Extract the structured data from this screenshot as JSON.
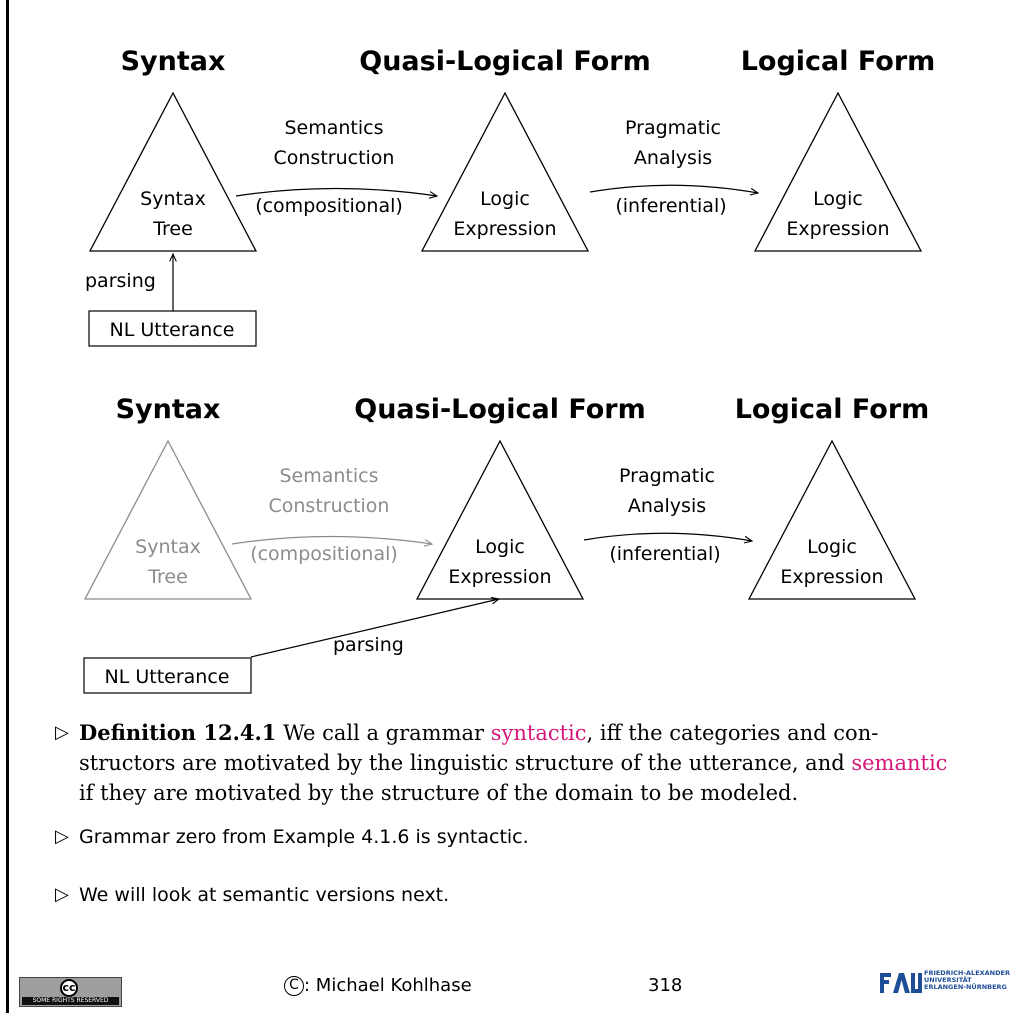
{
  "diagram_top": {
    "headers": {
      "syntax": "Syntax",
      "qlf": "Quasi-Logical Form",
      "lf": "Logical Form"
    },
    "syntax_tree": [
      "Syntax",
      "Tree"
    ],
    "qlf_expr": [
      "Logic",
      "Expression"
    ],
    "lf_expr": [
      "Logic",
      "Expression"
    ],
    "arrow1_top": [
      "Semantics",
      "Construction"
    ],
    "arrow1_paren": "(compositional)",
    "arrow2_top": [
      "Pragmatic",
      "Analysis"
    ],
    "arrow2_paren": "(inferential)",
    "parsing": "parsing",
    "utterance": "NL Utterance"
  },
  "diagram_bottom": {
    "headers": {
      "syntax": "Syntax",
      "qlf": "Quasi-Logical Form",
      "lf": "Logical Form"
    },
    "syntax_tree": [
      "Syntax",
      "Tree"
    ],
    "qlf_expr": [
      "Logic",
      "Expression"
    ],
    "lf_expr": [
      "Logic",
      "Expression"
    ],
    "arrow1_top": [
      "Semantics",
      "Construction"
    ],
    "arrow1_paren": "(compositional)",
    "arrow2_top": [
      "Pragmatic",
      "Analysis"
    ],
    "arrow2_paren": "(inferential)",
    "parsing": "parsing",
    "utterance": "NL Utterance"
  },
  "colors": {
    "faded": "#8c8c8c",
    "term": "#d6157b",
    "logo_blue": "#1f4e99"
  },
  "bullets": {
    "symbol": "▷",
    "definition": {
      "label": "Definition 12.4.1",
      "text1": " We call a grammar ",
      "term1": "syntactic",
      "text2": ", iff the categories and con­structors are motivated by the linguistic structure of the utterance, and ",
      "term2": "se­mantic",
      "text3": " if they are motivated by the structure of the domain to be modeled."
    },
    "item2": "Grammar zero from Example 4.1.6 is syntactic.",
    "item3": "We will look at semantic versions next."
  },
  "footer": {
    "cc_symbol": "cc",
    "cc_text": "SOME RIGHTS RESERVED",
    "copyright_symbol": "C",
    "author": ": Michael Kohlhase",
    "page": "318",
    "logo_letters": "FAU",
    "logo_text": [
      "FRIEDRICH-ALEXANDER",
      "UNIVERSITÄT",
      "ERLANGEN-NÜRNBERG"
    ]
  }
}
